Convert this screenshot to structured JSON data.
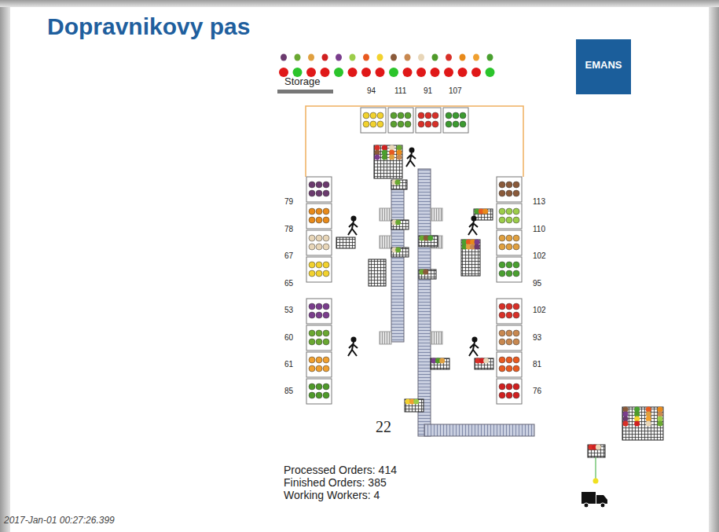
{
  "diagram": {
    "title": "Dopravnikovy pas",
    "nodes": [
      {
        "text": [
          "EMANS"
        ]
      }
    ],
    "labels": [
      "Storage",
      "94",
      "111",
      "91",
      "107",
      "79",
      "78",
      "67",
      "65",
      "53",
      "60",
      "61",
      "85",
      "113",
      "110",
      "102",
      "95",
      "102",
      "93",
      "81",
      "76",
      "22",
      "Processed Orders: 414",
      "Finished Orders: 385",
      "Working Workers: 4",
      "2017-Jan-01 00:27:26.399"
    ]
  }
}
